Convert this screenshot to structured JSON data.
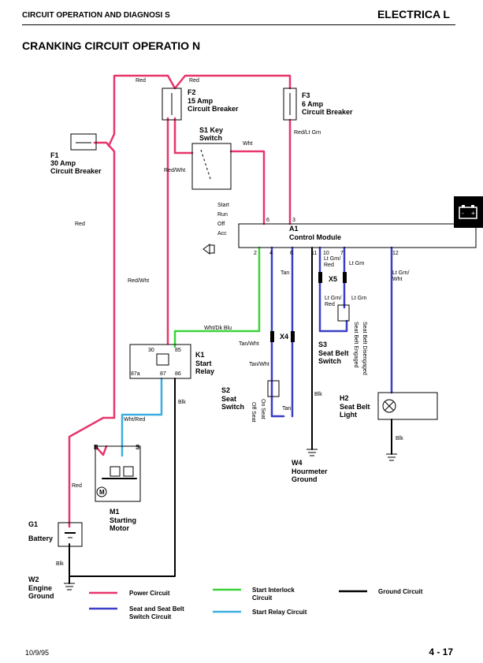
{
  "header": {
    "left": "CIRCUIT OPERATION AND DIAGNOSI S",
    "right": "ELECTRICA L"
  },
  "title": "CRANKING CIRCUIT OPERATIO N",
  "footer": {
    "date": "10/9/95",
    "page": "4 - 17"
  },
  "colors": {
    "power": "#e8356b",
    "seat_switch": "#3b3fc4",
    "start_interlock": "#3ad33a",
    "start_relay": "#3aaee0",
    "ground": "#000000"
  },
  "wires": {
    "red_top_left": "Red",
    "red_top_right": "Red",
    "red_lt_grn": "Red/Lt Grn",
    "red_wht_s1": "Red/Wht",
    "wht": "Wht",
    "red_left": "Red",
    "red_wht_k1": "Red/Wht",
    "wht_dk_blu": "Wht/Dk Blu",
    "tan": "Tan",
    "tan_wht_1": "Tan/Wht",
    "tan_wht_2": "Tan/Wht",
    "tan_s2": "Tan",
    "lt_grn_red_1": "Lt Grn/\nRed",
    "lt_grn_1": "Lt Grn",
    "lt_grn_red_2": "Lt Grn/\nRed",
    "lt_grn_2": "Lt Grn",
    "lt_grn_wht": "Lt Grn/\nWht",
    "blk_w4": "Blk",
    "blk_h2": "Blk",
    "blk_k1": "Blk",
    "wht_red": "Wht/Red",
    "red_m1": "Red",
    "blk_g1": "Blk"
  },
  "components": {
    "f1": {
      "id": "F1",
      "name": "30 Amp\nCircuit Breaker"
    },
    "f2": {
      "id": "F2",
      "name": "15 Amp\nCircuit Breaker"
    },
    "f3": {
      "id": "F3",
      "name": "6 Amp\nCircuit Breaker"
    },
    "s1": {
      "id": "S1 Key\nSwitch",
      "positions": [
        "Start",
        "Run",
        "Off",
        "Acc"
      ]
    },
    "a1": {
      "id": "A1",
      "name": "Control Module",
      "pins": [
        "6",
        "3",
        "2",
        "4",
        "6",
        "11",
        "10",
        "7",
        "12"
      ]
    },
    "k1": {
      "id": "K1",
      "name": "Start\nRelay",
      "pins": [
        "30",
        "85",
        "87a",
        "87",
        "86"
      ]
    },
    "s2": {
      "id": "S2",
      "name": "Seat\nSwitch",
      "positions": [
        "Off Seat",
        "On Seat"
      ]
    },
    "s3": {
      "id": "S3",
      "name": "Seat Belt\nSwitch",
      "positions": [
        "Seat Belt Engaged",
        "Seat Belt Disengaged"
      ]
    },
    "x4": {
      "id": "X4"
    },
    "x5": {
      "id": "X5"
    },
    "h2": {
      "id": "H2",
      "name": "Seat Belt\nLight"
    },
    "w4": {
      "id": "W4",
      "name": "Hourmeter\nGround"
    },
    "m1": {
      "id": "M1",
      "name": "Starting\nMotor",
      "terminals": [
        "B",
        "S"
      ],
      "symbol": "M"
    },
    "g1": {
      "id": "G1",
      "name": "Battery"
    },
    "w2": {
      "id": "W2",
      "name": "Engine\nGround"
    }
  },
  "legend": [
    {
      "label": "Power Circuit",
      "color_key": "power"
    },
    {
      "label": "Start Interlock\nCircuit",
      "color_key": "start_interlock"
    },
    {
      "label": "Ground Circuit",
      "color_key": "ground"
    },
    {
      "label": "Seat and Seat Belt\nSwitch Circuit",
      "color_key": "seat_switch"
    },
    {
      "label": "Start Relay Circuit",
      "color_key": "start_relay"
    }
  ],
  "tab_icon": "battery-icon"
}
